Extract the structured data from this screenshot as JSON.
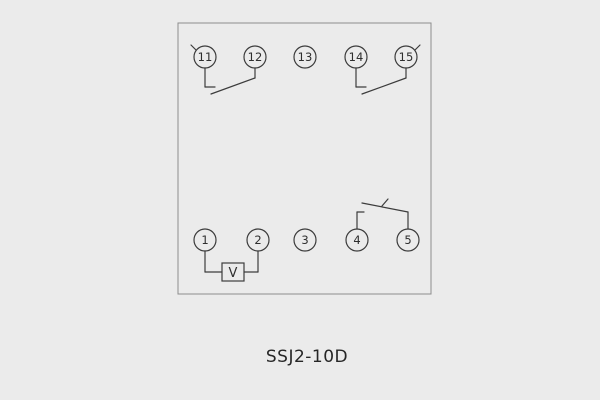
{
  "title": "SSJ2-10D",
  "diagram": {
    "top_terminals": [
      "11",
      "12",
      "13",
      "14",
      "15"
    ],
    "bottom_terminals": [
      "1",
      "2",
      "3",
      "4",
      "5"
    ],
    "coil_label": "V"
  },
  "colors": {
    "background": "#ebebeb",
    "line": "#3c3c3c",
    "outline": "#8c8c8c"
  }
}
